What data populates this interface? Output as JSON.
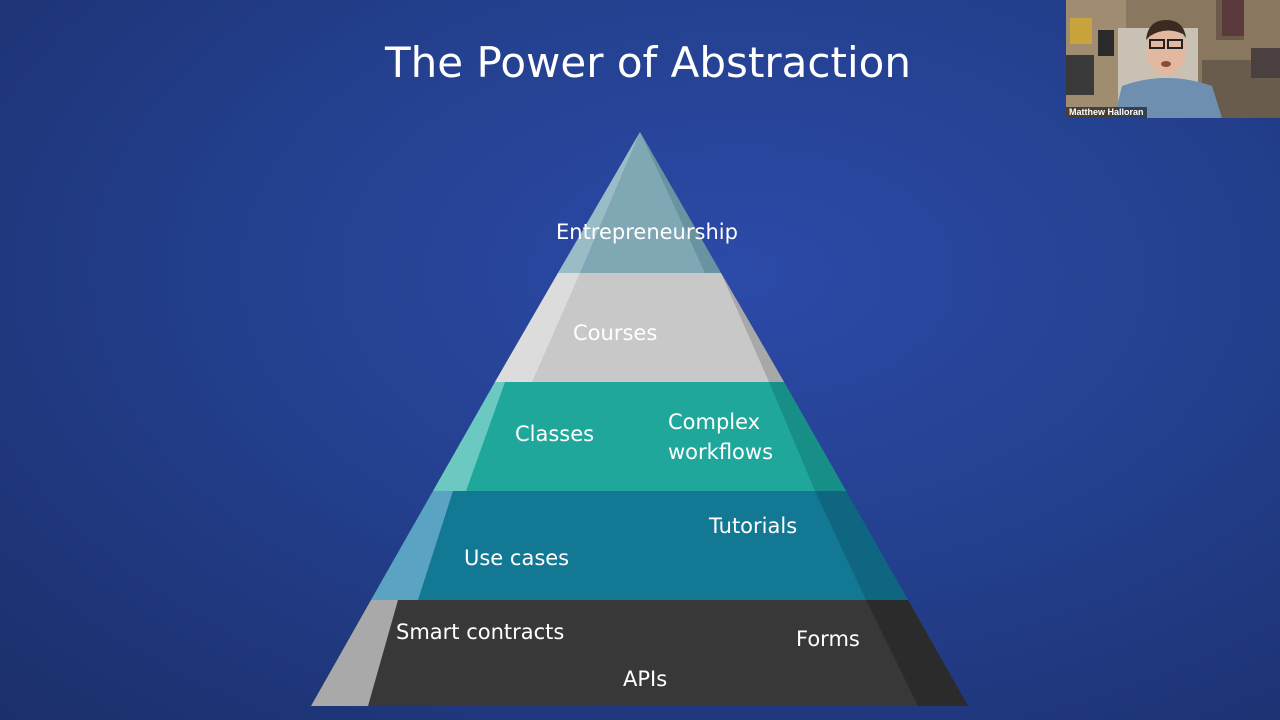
{
  "slide": {
    "title": "The Power of Abstraction"
  },
  "pyramid": {
    "levels": [
      {
        "name": "level-1",
        "labels": [
          "Entrepreneurship"
        ]
      },
      {
        "name": "level-2",
        "labels": [
          "Courses"
        ]
      },
      {
        "name": "level-3",
        "labels": [
          "Classes",
          "Complex",
          "workflows"
        ]
      },
      {
        "name": "level-4",
        "labels": [
          "Tutorials",
          "Use cases"
        ]
      },
      {
        "name": "level-5",
        "labels": [
          "Smart contracts",
          "Forms",
          "APIs"
        ]
      }
    ],
    "colors": {
      "level1": "#7fa7b4",
      "level2": "#c8c8c8",
      "level3": "#1fa79b",
      "level4": "#137893",
      "level5": "#383838"
    }
  },
  "webcam": {
    "participant_name": "Matthew Halloran"
  }
}
